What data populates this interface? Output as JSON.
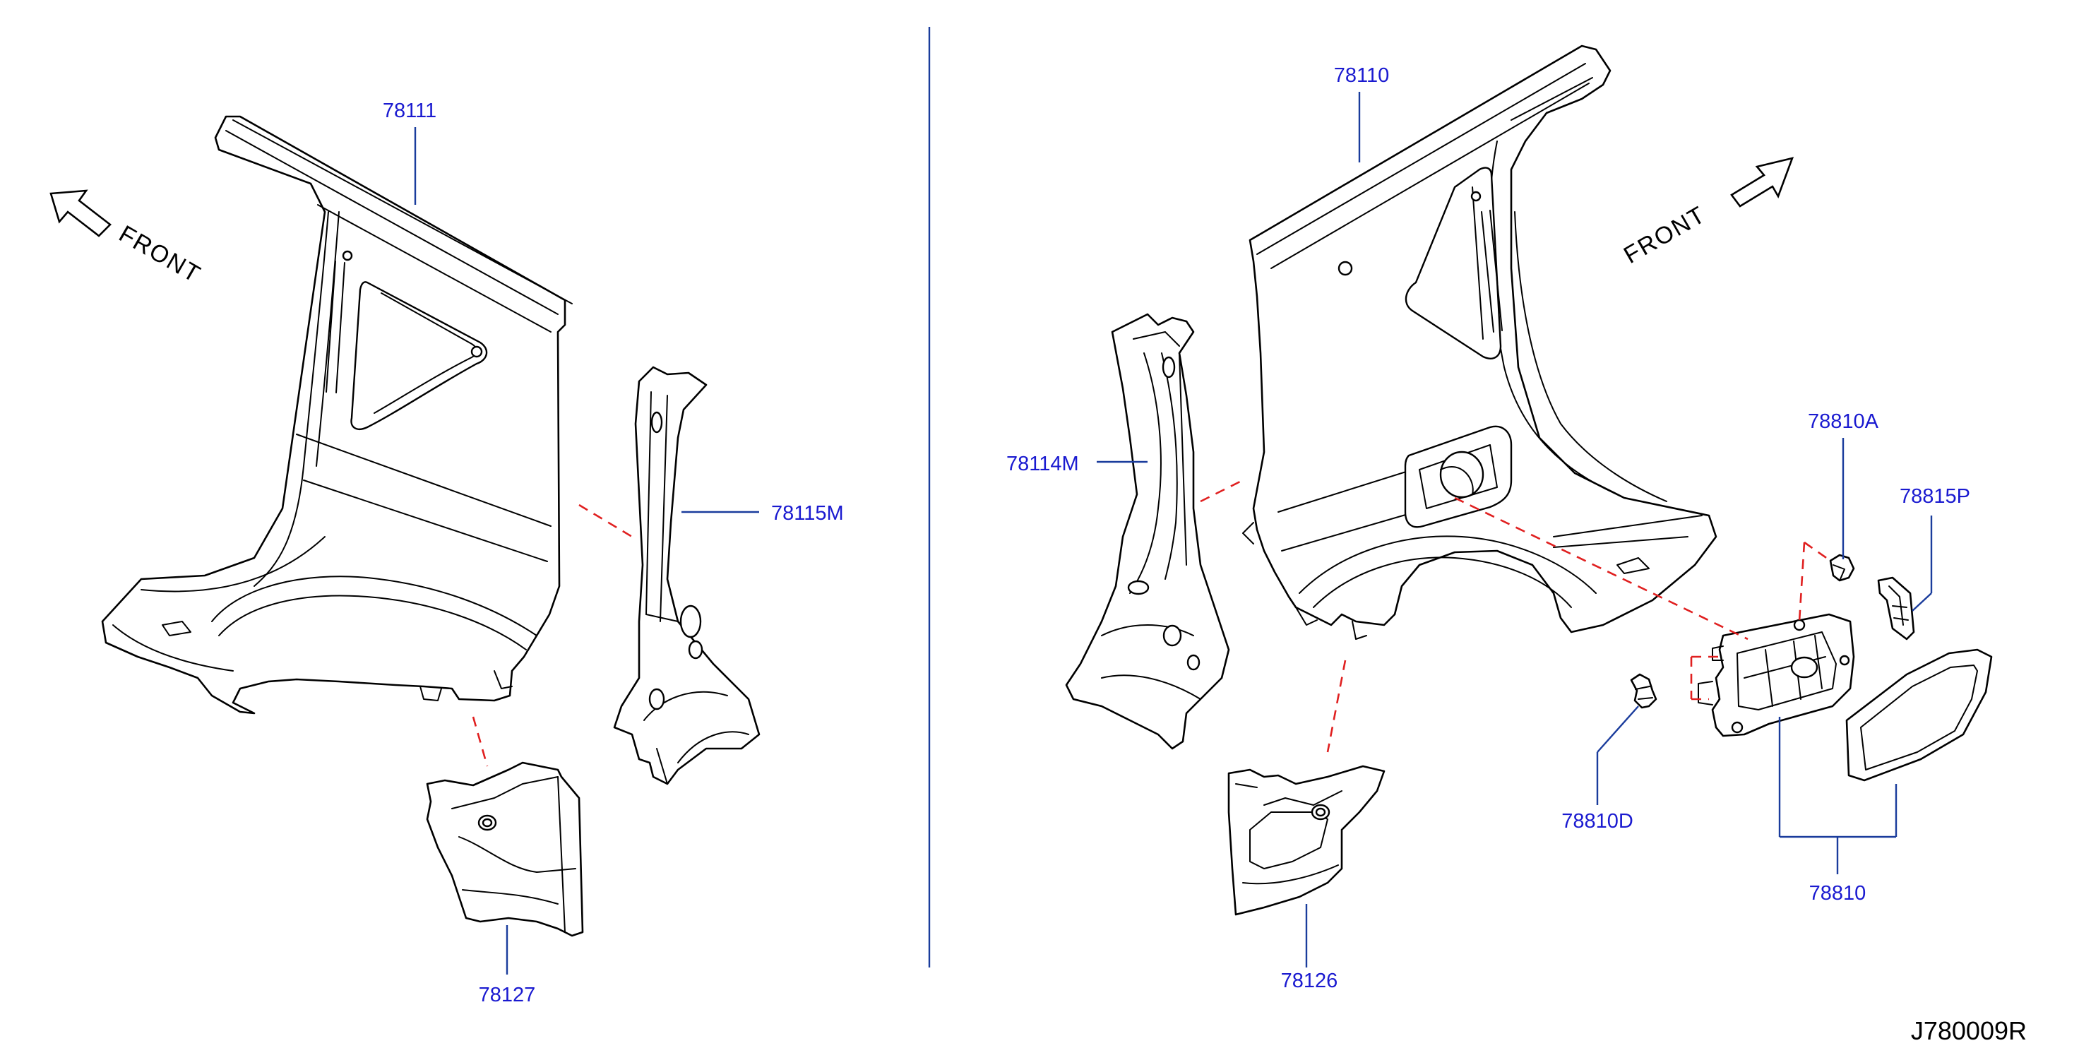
{
  "callouts": {
    "p78111": "78111",
    "p78115M": "78115M",
    "p78127": "78127",
    "p78110": "78110",
    "p78114M": "78114M",
    "p78126": "78126",
    "p78810A": "78810A",
    "p78815P": "78815P",
    "p78810D": "78810D",
    "p78810": "78810"
  },
  "front_left": "FRONT",
  "front_right": "FRONT",
  "drawing_code": "J780009R",
  "colors": {
    "callout_text": "#1a1ad0",
    "leader_line": "#1a3c9c",
    "connection_dash": "#e02020",
    "part_outline": "#000000"
  }
}
